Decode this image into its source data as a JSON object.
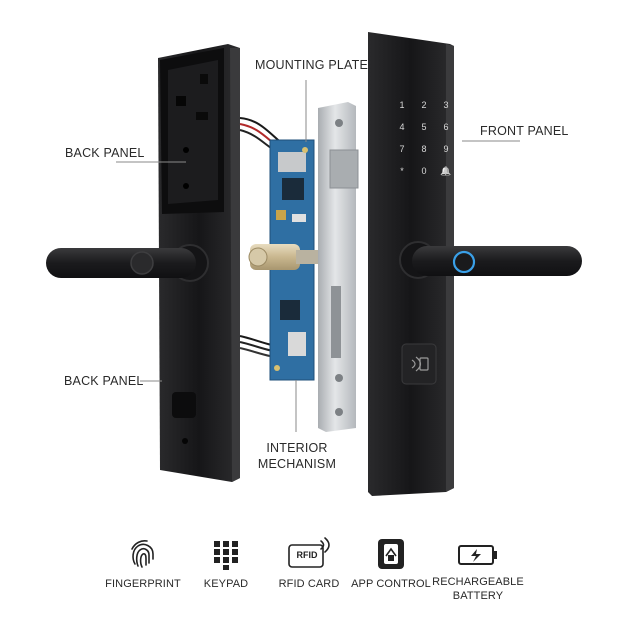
{
  "callouts": {
    "mounting_plate": "MOUNTING PLATE",
    "back_panel_upper": "BACK PANEL",
    "front_panel": "FRONT PANEL",
    "back_panel_lower": "BACK PANEL",
    "interior_mechanism_line1": "INTERIOR",
    "interior_mechanism_line2": "MECHANISM"
  },
  "keypad_keys": [
    "1",
    "2",
    "3",
    "4",
    "5",
    "6",
    "7",
    "8",
    "9",
    "*",
    "0",
    "🔔"
  ],
  "features": [
    {
      "icon": "fingerprint-icon",
      "label": "FINGERPRINT"
    },
    {
      "icon": "keypad-icon",
      "label": "KEYPAD"
    },
    {
      "icon": "rfid-card-icon",
      "label": "RFID CARD",
      "icon_text": "RFID"
    },
    {
      "icon": "smartphone-app-icon",
      "label": "APP CONTROL"
    },
    {
      "icon": "battery-icon",
      "label_line1": "RECHARGEABLE",
      "label_line2": "BATTERY"
    }
  ],
  "colors": {
    "lock_body": "#1d1d1f",
    "pcb": "#2f6fa3",
    "plate": "#c9cccf",
    "fingerprint_ring": "#3aa0e8"
  }
}
